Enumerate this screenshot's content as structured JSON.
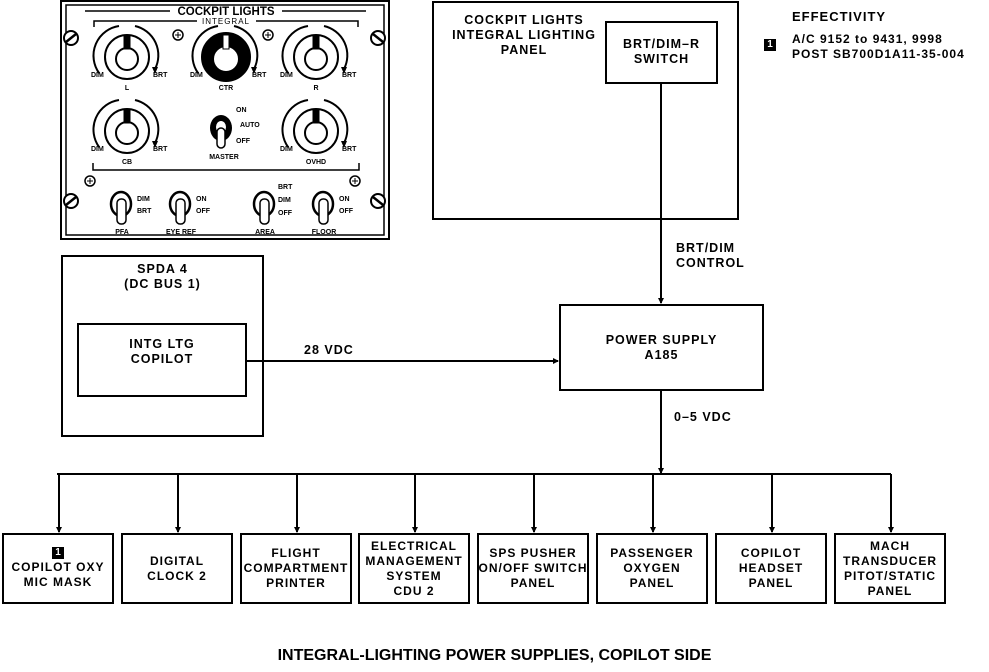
{
  "panel": {
    "title": "COCKPIT LIGHTS",
    "subtitle": "INTEGRAL",
    "knobs": [
      {
        "name": "L",
        "min": "DIM",
        "max": "BRT"
      },
      {
        "name": "CTR",
        "min": "DIM",
        "max": "BRT"
      },
      {
        "name": "R",
        "min": "DIM",
        "max": "BRT"
      },
      {
        "name": "CB",
        "min": "DIM",
        "max": "BRT"
      },
      {
        "name": "OVHD",
        "min": "DIM",
        "max": "BRT"
      }
    ],
    "master_switch": {
      "name": "MASTER",
      "positions": [
        "ON",
        "AUTO",
        "OFF"
      ]
    },
    "toggles": [
      {
        "name": "PFA",
        "positions": [
          "DIM",
          "BRT"
        ]
      },
      {
        "name": "EYE REF",
        "positions": [
          "ON",
          "OFF"
        ]
      },
      {
        "name": "AREA",
        "positions": [
          "BRT",
          "DIM",
          "OFF"
        ]
      },
      {
        "name": "FLOOR",
        "positions": [
          "ON",
          "OFF"
        ]
      }
    ]
  },
  "integral_panel_box": {
    "lines": [
      "COCKPIT LIGHTS",
      "INTEGRAL LIGHTING",
      "PANEL"
    ],
    "switch_box": [
      "BRT/DIM–R",
      "SWITCH"
    ]
  },
  "effectivity": {
    "heading": "EFFECTIVITY",
    "badge": "1",
    "lines": [
      "A/C 9152 to 9431, 9998",
      "POST SB700D1A11-35-004"
    ]
  },
  "spda": {
    "lines": [
      "SPDA 4",
      "(DC BUS 1)"
    ],
    "breaker": [
      "INTG LTG",
      "COPILOT"
    ]
  },
  "signals": {
    "supply_voltage": "28 VDC",
    "control": [
      "BRT/DIM",
      "CONTROL"
    ],
    "output_voltage": "0–5 VDC"
  },
  "power_supply": [
    "POWER SUPPLY",
    "A185"
  ],
  "loads": [
    {
      "badge": "1",
      "lines": [
        "COPILOT OXY",
        "MIC MASK"
      ]
    },
    {
      "lines": [
        "DIGITAL",
        "CLOCK 2"
      ]
    },
    {
      "lines": [
        "FLIGHT",
        "COMPARTMENT",
        "PRINTER"
      ]
    },
    {
      "lines": [
        "ELECTRICAL",
        "MANAGEMENT",
        "SYSTEM",
        "CDU 2"
      ]
    },
    {
      "lines": [
        "SPS PUSHER",
        "ON/OFF SWITCH",
        "PANEL"
      ]
    },
    {
      "lines": [
        "PASSENGER",
        "OXYGEN",
        "PANEL"
      ]
    },
    {
      "lines": [
        "COPILOT",
        "HEADSET",
        "PANEL"
      ]
    },
    {
      "lines": [
        "MACH",
        "TRANSDUCER",
        "PITOT/STATIC",
        "PANEL"
      ]
    }
  ],
  "figure_title": "INTEGRAL-LIGHTING POWER SUPPLIES, COPILOT SIDE"
}
